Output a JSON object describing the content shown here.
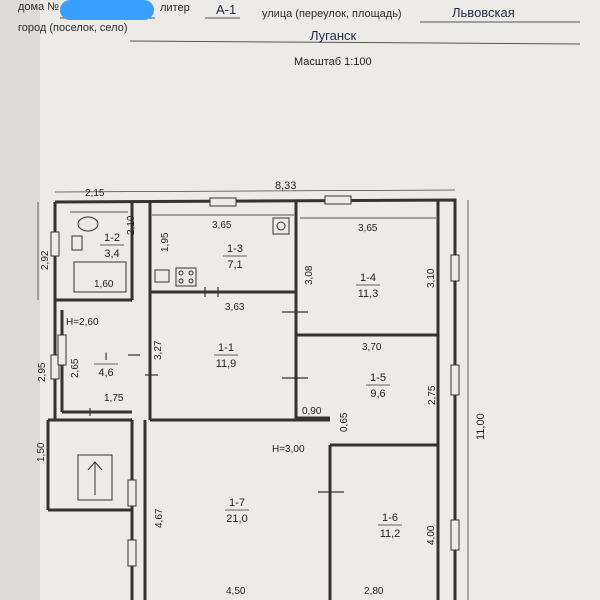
{
  "header": {
    "house_label": "дома №",
    "litera_label": "литер",
    "litera_value": "А-1",
    "street_label": "улица (переулок, площадь)",
    "street_value": "Львовская",
    "city_label": "город (поселок, село)",
    "city_value": "Луганск",
    "scale_text": "Масштаб 1:100"
  },
  "colors": {
    "paper": "#f1f1ef",
    "redaction": "#3aa0ff",
    "ink": "#222222",
    "wall": "#333333"
  },
  "plan": {
    "overall": {
      "width_top": "8,33",
      "height_right": "11,00"
    },
    "rooms": [
      {
        "id": "1-2",
        "area": "3,4"
      },
      {
        "id": "1-3",
        "area": "7,1"
      },
      {
        "id": "1-4",
        "area": "11,3"
      },
      {
        "id": "I",
        "area": "4,6"
      },
      {
        "id": "1-1",
        "area": "11,9"
      },
      {
        "id": "1-5",
        "area": "9,6"
      },
      {
        "id": "1-7",
        "area": "21,0"
      },
      {
        "id": "1-6",
        "area": "11,2"
      }
    ],
    "heights": [
      "H=2,60",
      "H=3,00"
    ],
    "dimensions": [
      "2,15",
      "2,92",
      "2,10",
      "1,60",
      "3,65",
      "1,95",
      "3,65",
      "3,08",
      "3,10",
      "3,63",
      "2,65",
      "2,95",
      "3,27",
      "3,70",
      "1,75",
      "0,90",
      "0,65",
      "2,75",
      "1,50",
      "4,67",
      "4,50",
      "2,80",
      "4,00"
    ]
  }
}
